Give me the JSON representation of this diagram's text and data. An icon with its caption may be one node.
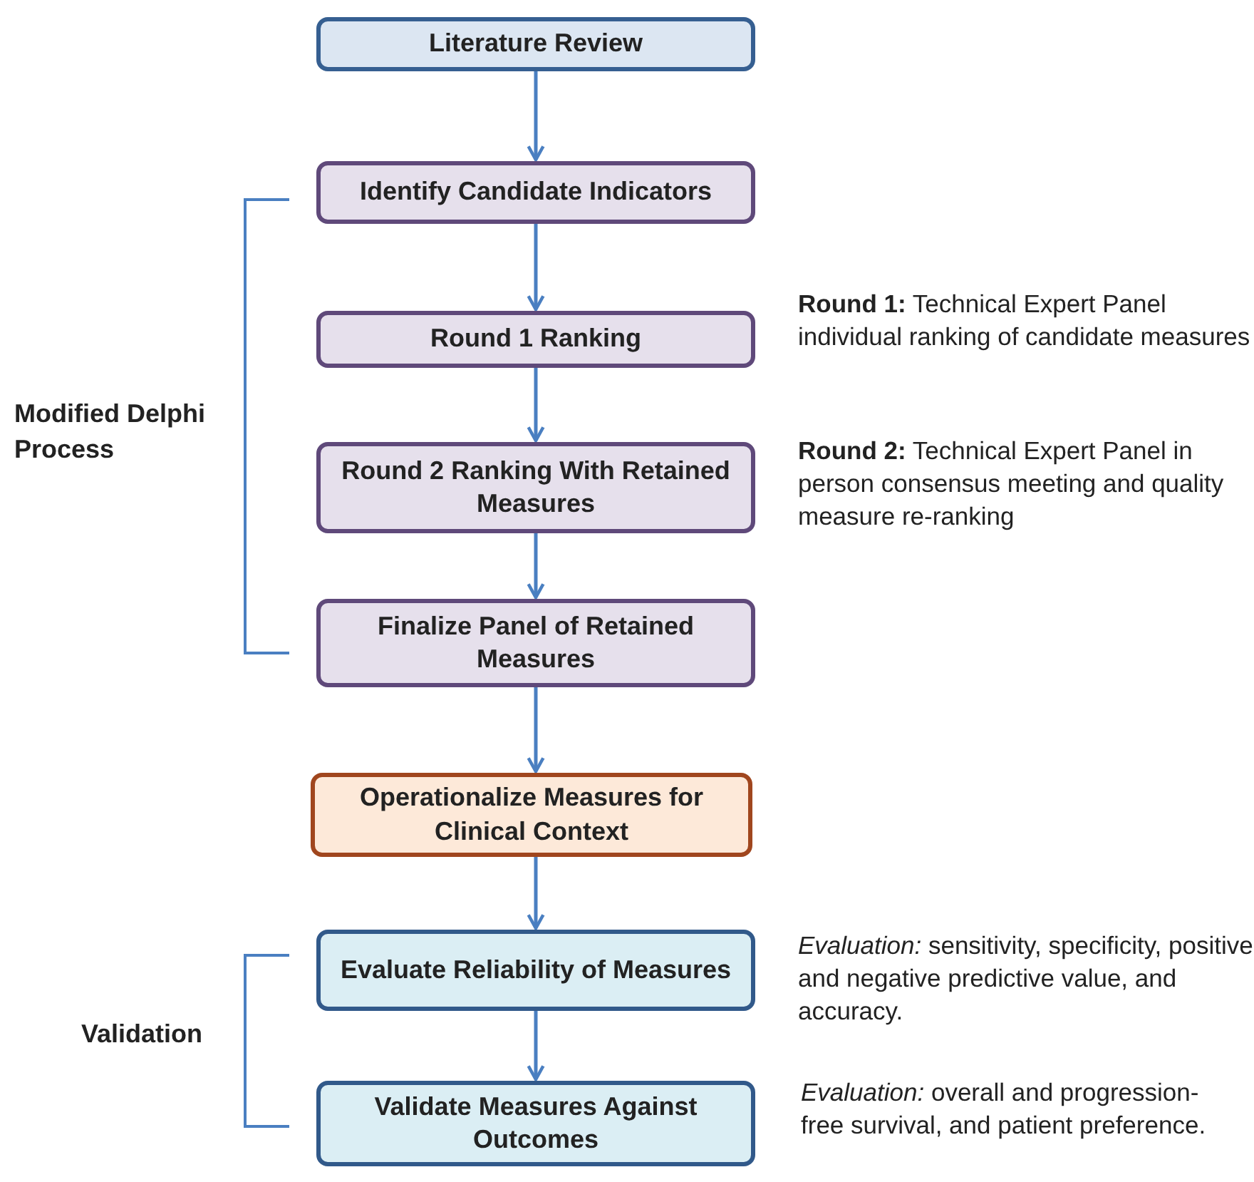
{
  "diagram": {
    "nodes": [
      {
        "text": [
          "Literature Review"
        ]
      },
      {
        "text": [
          "Identify Candidate Indicators"
        ]
      },
      {
        "text": [
          "Round 1 Ranking"
        ],
        "beside": [
          "**Round 1:** Technical Expert Panel individual ranking of candidate measures"
        ]
      },
      {
        "text": [
          "Round 2 Ranking With Retained Measures"
        ],
        "beside": [
          "**Round 2:** Technical Expert Panel in person consensus meeting and quality measure re-ranking"
        ]
      },
      {
        "text": [
          "Finalize Panel of Retained Measures"
        ]
      },
      {
        "text": [
          "Operationalize Measures for Clinical Context"
        ]
      },
      {
        "text": [
          "Evaluate Reliability of Measures"
        ],
        "beside": [
          "*Evaluation:* sensitivity, specificity, positive and negative predictive value, and accuracy."
        ]
      },
      {
        "text": [
          "Validate Measures Against Outcomes"
        ],
        "beside": [
          "*Evaluation:* overall and progression-free survival, and patient preference."
        ]
      }
    ],
    "edges": [
      {
        "from": 0,
        "to": 1,
        "arrow": "to"
      },
      {
        "from": 1,
        "to": 2,
        "arrow": "to"
      },
      {
        "from": 2,
        "to": 3,
        "arrow": "to"
      },
      {
        "from": 3,
        "to": 4,
        "arrow": "to"
      },
      {
        "from": 4,
        "to": 5,
        "arrow": "to"
      },
      {
        "from": 5,
        "to": 6,
        "arrow": "to"
      },
      {
        "from": 6,
        "to": 7,
        "arrow": "to"
      }
    ],
    "labels": [
      "Modified Delphi Process",
      "Validation"
    ]
  }
}
